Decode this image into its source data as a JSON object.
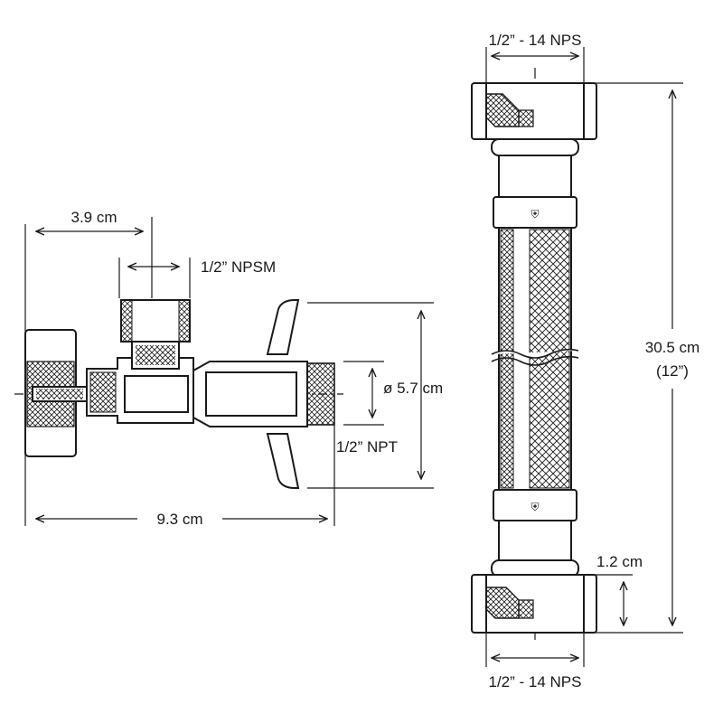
{
  "diagram": {
    "valve": {
      "width_total": "9.3 cm",
      "handle_offset": "3.9 cm",
      "top_thread": "1/2” NPSM",
      "outlet_diameter": "ø 5.7 cm",
      "outlet_thread": "1/2” NPT"
    },
    "hose": {
      "top_thread": "1/2” - 14 NPS",
      "bottom_thread": "1/2” - 14 NPS",
      "length_cm": "30.5 cm",
      "length_in": "(12”)",
      "nut_height": "1.2 cm"
    }
  },
  "icons": [
    "certification-mark-icon"
  ]
}
